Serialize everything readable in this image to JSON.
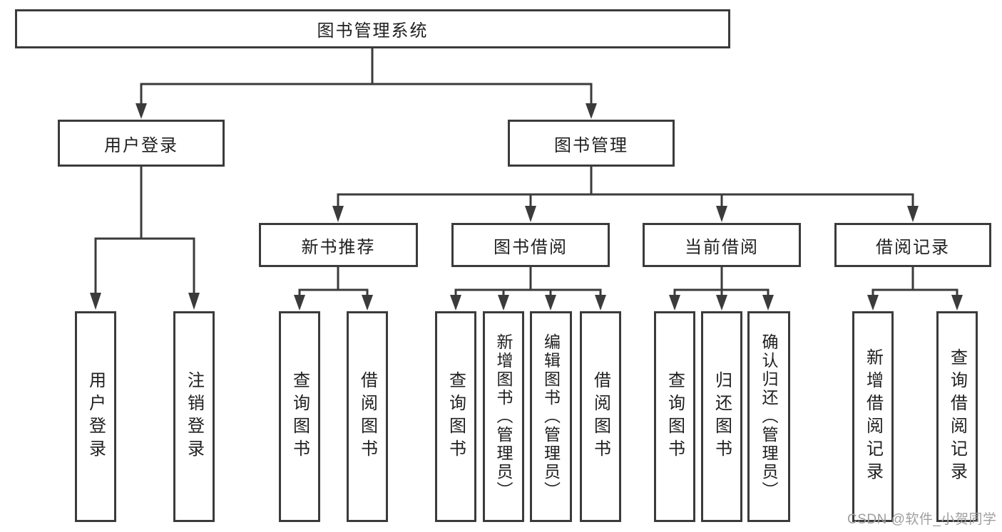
{
  "tree": {
    "label": "图书管理系统",
    "children": [
      {
        "label": "用户登录",
        "children": [
          {
            "label": "用户登录"
          },
          {
            "label": "注销登录"
          }
        ]
      },
      {
        "label": "图书管理",
        "children": [
          {
            "label": "新书推荐",
            "children": [
              {
                "label": "查询图书"
              },
              {
                "label": "借阅图书"
              }
            ]
          },
          {
            "label": "图书借阅",
            "children": [
              {
                "label": "查询图书"
              },
              {
                "label": "新增图书（管理员）"
              },
              {
                "label": "编辑图书（管理员）"
              },
              {
                "label": "借阅图书"
              }
            ]
          },
          {
            "label": "当前借阅",
            "children": [
              {
                "label": "查询图书"
              },
              {
                "label": "归还图书"
              },
              {
                "label": "确认归还（管理员）"
              }
            ]
          },
          {
            "label": "借阅记录",
            "children": [
              {
                "label": "新增借阅记录"
              },
              {
                "label": "查询借阅记录"
              }
            ]
          }
        ]
      }
    ]
  },
  "watermark": "CSDN @软件_小贺同学",
  "colors": {
    "line": "#3b3b3b",
    "text": "#1f1f1f",
    "watermark": "#9e9e9e",
    "bg": "#ffffff"
  }
}
